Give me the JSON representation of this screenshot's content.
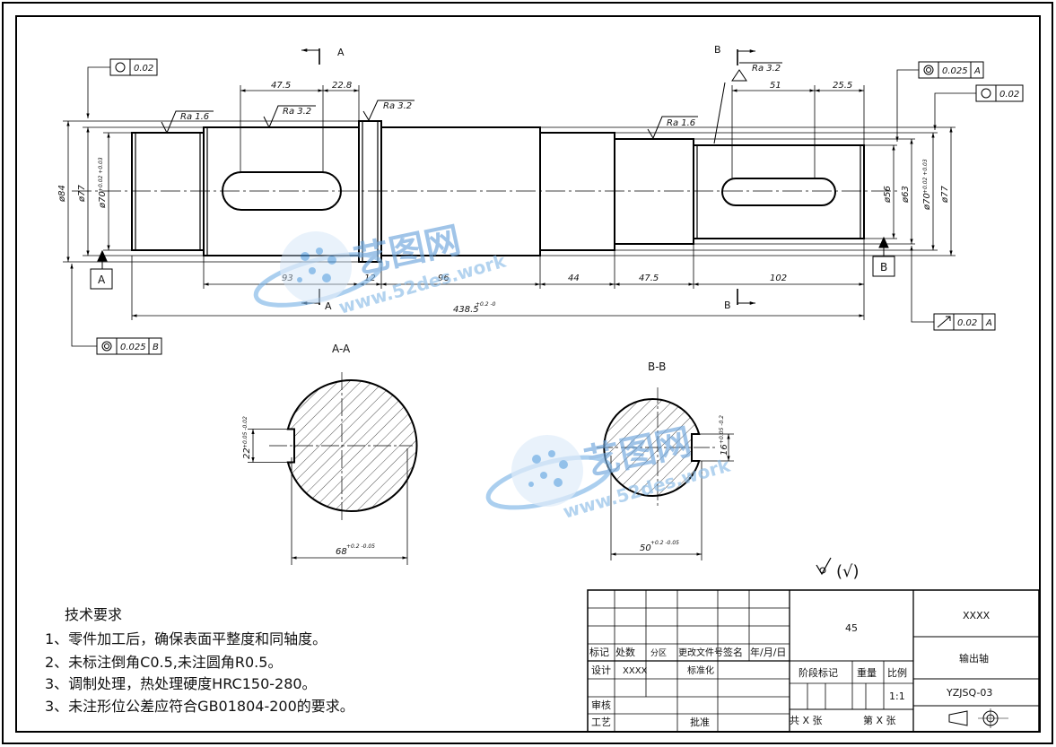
{
  "section_labels": {
    "top_a": "A",
    "bottom_a": "A",
    "top_b": "B",
    "bottom_b": "B",
    "section_aa": "A-A",
    "section_bb": "B-B"
  },
  "datum_labels": {
    "a": "A",
    "b": "B"
  },
  "roughness": {
    "r1": "Ra 1.6",
    "r2": "Ra 3.2",
    "r3": "Ra 3.2",
    "r4": "Ra 1.6",
    "r5": "Ra 3.2"
  },
  "dimensions": {
    "d_475_top": "47.5",
    "d_228": "22.8",
    "d_51": "51",
    "d_255": "25.5",
    "d_93": "93",
    "d_12": "12",
    "d_96": "96",
    "d_44": "44",
    "d_475_bot": "47.5",
    "d_102": "102",
    "d_total": "438.5",
    "d_total_tol": "+0.2\n-0",
    "dia_84": "ø84",
    "dia_77_l": "ø77",
    "dia_70_l": "ø70",
    "dia_70_l_tol": "+0.02 +0.03",
    "dia_56": "ø56",
    "dia_63": "ø63",
    "dia_70_r": "ø70",
    "dia_70_r_tol": "+0.02 +0.03",
    "dia_77_r": "ø77",
    "aa_dia": "68",
    "aa_dia_tol": "+0.2\n-0.05",
    "aa_key": "22",
    "aa_key_tol": "+0.05\n-0.02",
    "bb_dia": "50",
    "bb_dia_tol": "+0.2\n-0.05",
    "bb_key": "16",
    "bb_key_tol": "+0.05\n-0.2"
  },
  "tolerance_frames": {
    "f1": {
      "symbol": "circle",
      "value": "0.02",
      "datum": ""
    },
    "f2": {
      "symbol": "concentric",
      "value": "0.025",
      "datum": "B"
    },
    "f3": {
      "symbol": "concentric",
      "value": "0.025",
      "datum": "A"
    },
    "f4": {
      "symbol": "circle",
      "value": "0.02",
      "datum": ""
    },
    "f5": {
      "symbol": "runout",
      "value": "0.02",
      "datum": "A"
    }
  },
  "surface_finish_note": "(√)",
  "tech_requirements": {
    "title": "技术要求",
    "items": [
      "1、零件加工后，确保表面平整度和同轴度。",
      "2、未标注倒角C0.5,未注圆角R0.5。",
      "3、调制处理，热处理硬度HRC150-280。",
      "3、未注形位公差应符合GB01804-200的要求。"
    ]
  },
  "title_block": {
    "material": "45",
    "company": "XXXX",
    "part_name": "输出轴",
    "drawing_no": "YZJSQ-03",
    "scale": "1:1",
    "h_mark": "标记",
    "h_count": "处数",
    "h_zone": "分区",
    "h_docno": "更改文件号",
    "h_sign": "签名",
    "h_date": "年/月/日",
    "design": "设计",
    "designer": "XXXX",
    "standard": "标准化",
    "review": "审核",
    "process": "工艺",
    "approve": "批准",
    "stage_mark": "阶段标记",
    "weight": "重量",
    "scale_label": "比例",
    "sheet_total": "共  X  张",
    "sheet_no": "第  X  张"
  },
  "watermark": {
    "cn": "艺图网",
    "url": "www.52des.work"
  }
}
